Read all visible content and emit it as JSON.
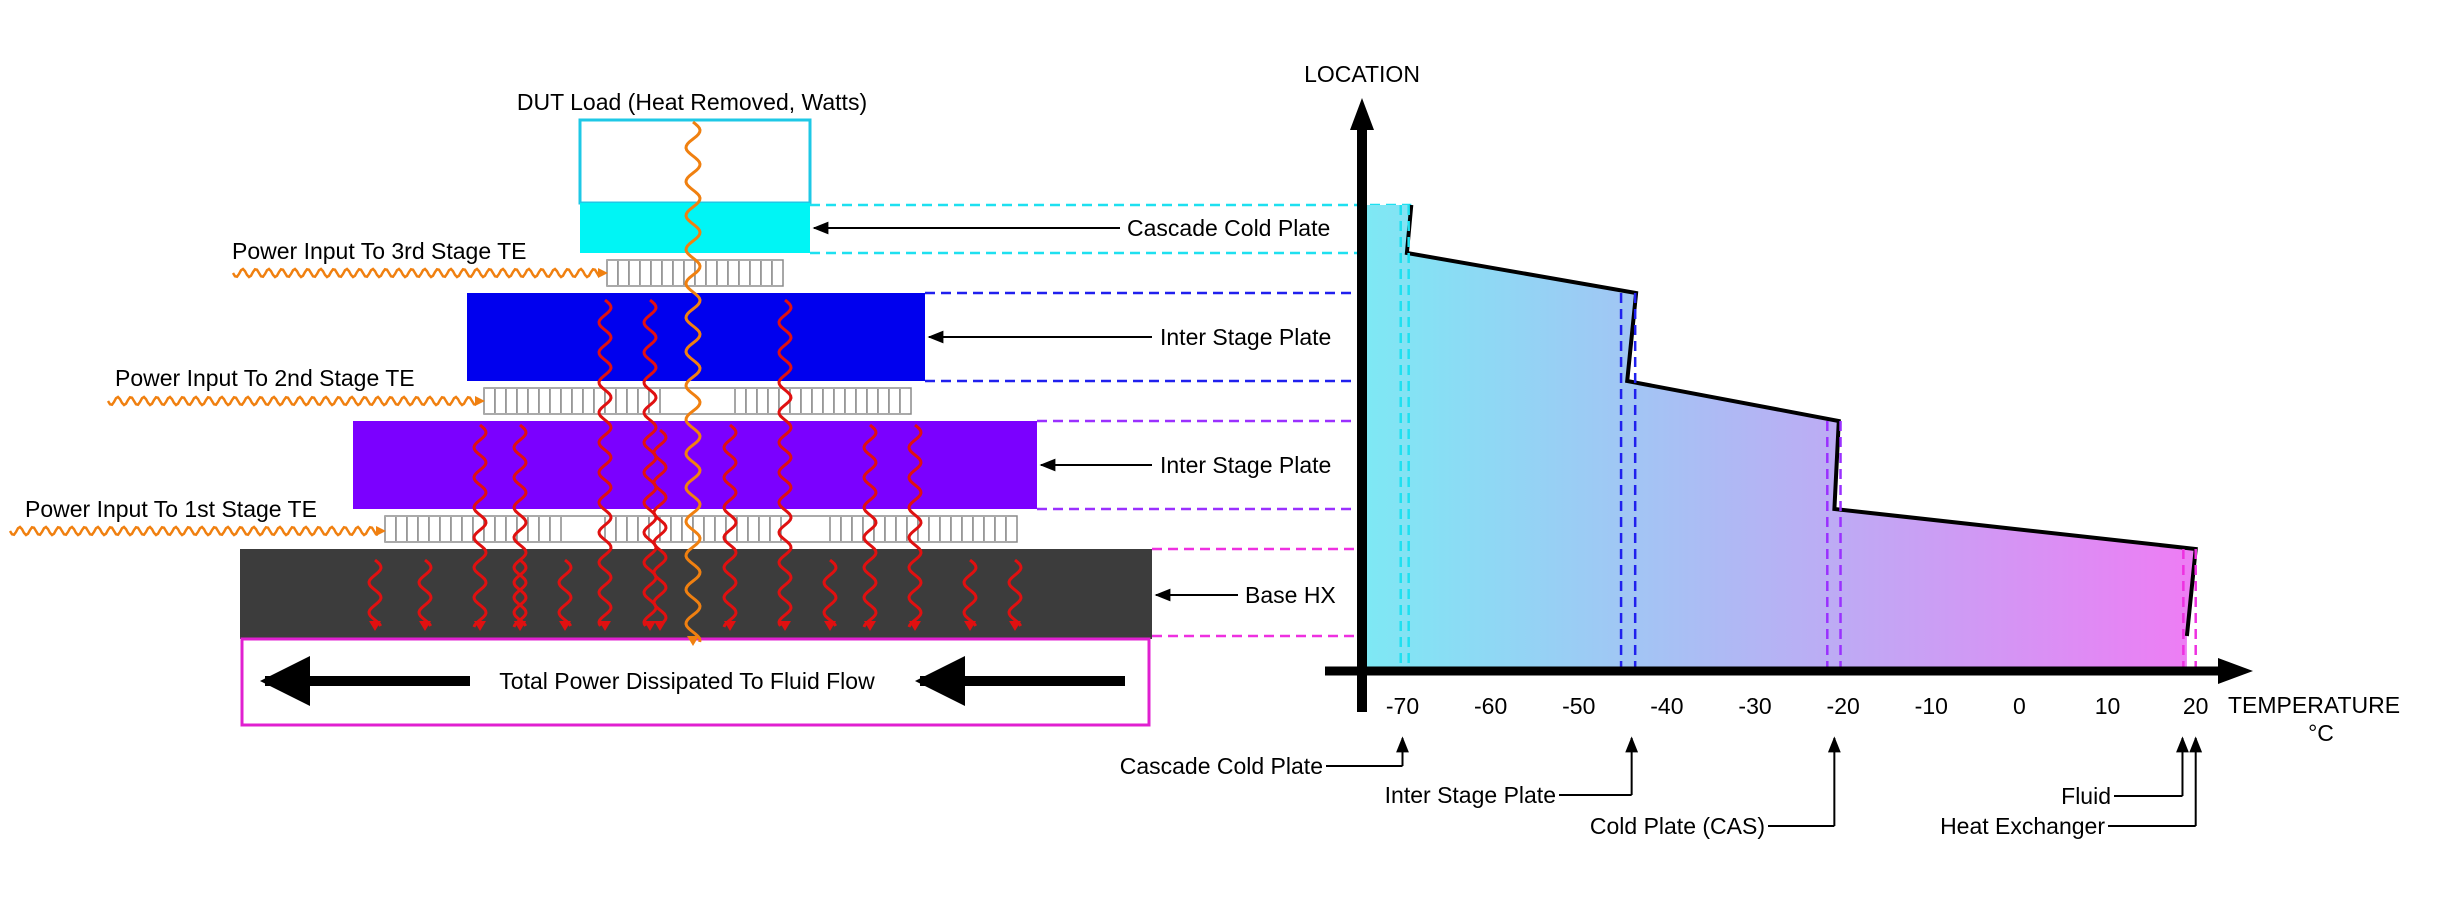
{
  "stack_labels": {
    "dut_load": "DUT Load (Heat Removed, Watts)",
    "power_stage3": "Power Input To 3rd Stage TE",
    "power_stage2": "Power Input To 2nd Stage TE",
    "power_stage1": "Power Input To 1st Stage TE",
    "cascade_cold_plate": "Cascade Cold Plate",
    "inter_stage_plate_upper": "Inter Stage Plate",
    "inter_stage_plate_lower": "Inter Stage Plate",
    "base_hx": "Base HX",
    "fluid_flow": "Total Power Dissipated To Fluid Flow"
  },
  "colors": {
    "dut_outline": "#1ec8e6",
    "cascade_plate": "#00f5f5",
    "inter_plate_upper": "#0000ee",
    "inter_plate_lower": "#7b00ff",
    "base_hx": "#3c3c3c",
    "fluid_outline": "#e020d0",
    "heat_wave": "#e01010",
    "power_wave": "#f08010",
    "profile_fill_left": "#7ee8f4",
    "profile_fill_right": "#ee7cf4"
  },
  "chart_data": {
    "type": "line",
    "ylabel": "LOCATION",
    "xlabel": "TEMPERATURE",
    "xunit": "°C",
    "xticks": [
      -70,
      -60,
      -50,
      -40,
      -30,
      -20,
      -10,
      0,
      10,
      20
    ],
    "xlim": [
      -73,
      22
    ],
    "profile": [
      {
        "location": "Cascade Cold Plate top",
        "temperature": -69
      },
      {
        "location": "Cascade Cold Plate bottom",
        "temperature": -69.5
      },
      {
        "location": "Inter Stage Plate (upper) top",
        "temperature": -43.5
      },
      {
        "location": "Inter Stage Plate (upper) bottom",
        "temperature": -44.5
      },
      {
        "location": "Inter Stage Plate (lower) top",
        "temperature": -20.5
      },
      {
        "location": "Inter Stage Plate (lower) bottom",
        "temperature": -21
      },
      {
        "location": "Base HX top",
        "temperature": 20
      },
      {
        "location": "Base HX bottom",
        "temperature": 19
      }
    ],
    "markers": [
      {
        "label": "Cascade Cold Plate",
        "temperature": -70
      },
      {
        "label": "Inter Stage Plate",
        "temperature": -44
      },
      {
        "label": "Cold Plate (CAS)",
        "temperature": -21
      },
      {
        "label": "Fluid",
        "temperature": 18.5
      },
      {
        "label": "Heat Exchanger",
        "temperature": 20
      }
    ]
  }
}
